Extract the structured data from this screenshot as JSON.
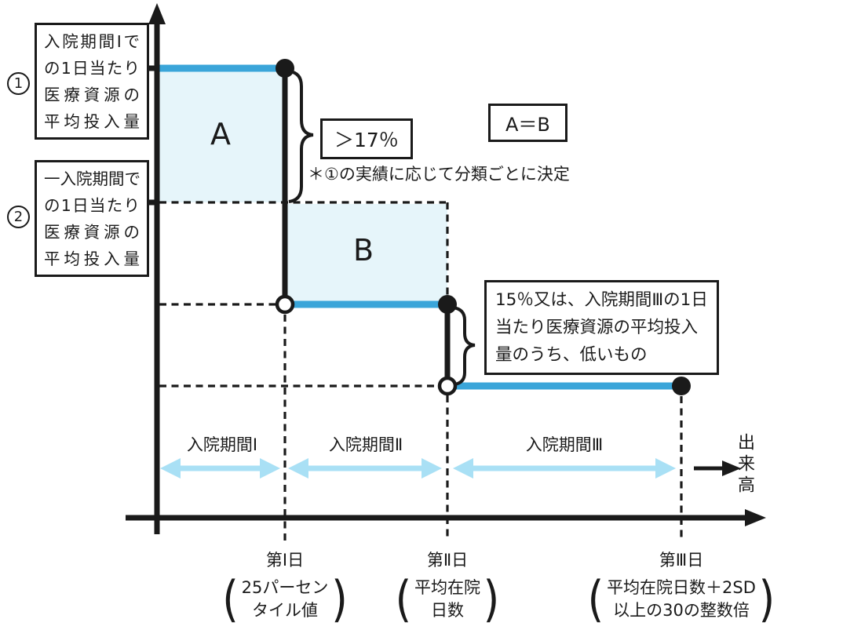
{
  "colors": {
    "line_blue": "#3aa5d9",
    "region_fill": "#e6f5fa",
    "period_arrow_blue": "#a9e0f5",
    "ink": "#1a1a1a"
  },
  "left_labels": [
    {
      "marker": "1",
      "lines": [
        "入院期間Ⅰで",
        "の1日当たり",
        "医療資源の",
        "平均投入量"
      ]
    },
    {
      "marker": "2",
      "lines": [
        "一入院期間で",
        "の1日当たり",
        "医療資源の",
        "平均投入量"
      ]
    }
  ],
  "regions": {
    "a": "A",
    "b": "B"
  },
  "annotations": {
    "gt17": "＞17％",
    "a_eq_b": "A＝B",
    "note": "＊①の実績に応じて分類ごとに決定",
    "box15_lines": [
      "15％又は、入院期間Ⅲの1日",
      "当たり医療資源の平均投入",
      "量のうち、低いもの"
    ]
  },
  "periods": [
    "入院期間Ⅰ",
    "入院期間Ⅱ",
    "入院期間Ⅲ"
  ],
  "fee_label": "出来高",
  "x_ticks": [
    {
      "day": "第Ⅰ日",
      "paren_lines": [
        "25パーセン",
        "タイル値"
      ]
    },
    {
      "day": "第Ⅱ日",
      "paren_lines": [
        "平均在院",
        "日数"
      ]
    },
    {
      "day": "第Ⅲ日",
      "paren_lines": [
        "平均在院日数＋2SD",
        "以上の30の整数倍"
      ]
    }
  ],
  "glyphs": {
    "paren_open": "(",
    "paren_close": ")"
  }
}
